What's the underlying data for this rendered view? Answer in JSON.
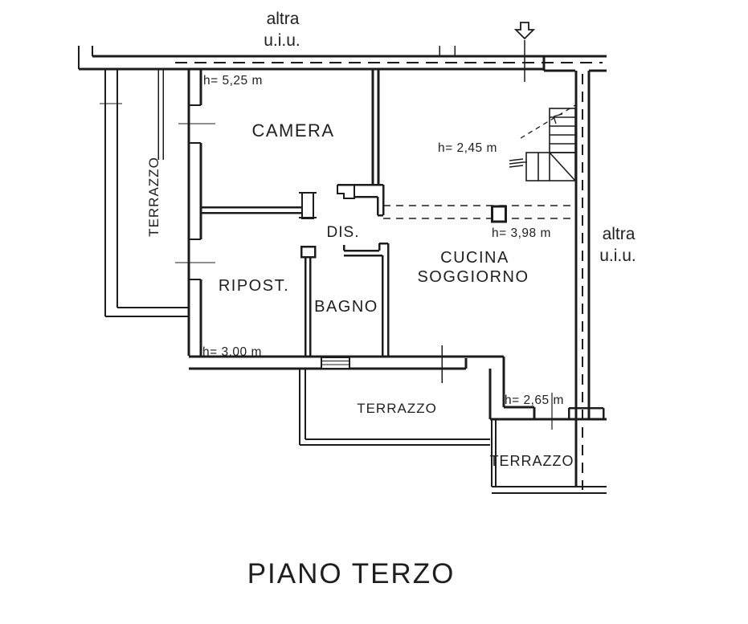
{
  "drawing": {
    "background": "#ffffff",
    "line_color": "#1c1c1c",
    "text_color": "#1f1f1f"
  },
  "adjacent_units": {
    "top": {
      "line1": "altra",
      "line2": "u.i.u."
    },
    "right": {
      "line1": "altra",
      "line2": "u.i.u."
    }
  },
  "rooms": {
    "terrazzo_left": "TERRAZZO",
    "camera": "CAMERA",
    "dis": "DIS.",
    "ripost": "RIPOST.",
    "bagno": "BAGNO",
    "cucina": "CUCINA",
    "soggiorno": "SOGGIORNO",
    "terrazzo_mid": "TERRAZZO",
    "terrazzo_bottom": "TERRAZZO"
  },
  "heights": {
    "camera": "h= 5,25 m",
    "cucina_upper": "h= 2,45 m",
    "cucina_beam": "h= 3,98 m",
    "ripost": "h= 3,00 m",
    "terrazzo_bottom": "h= 2,65 m"
  },
  "title": "PIANO TERZO"
}
